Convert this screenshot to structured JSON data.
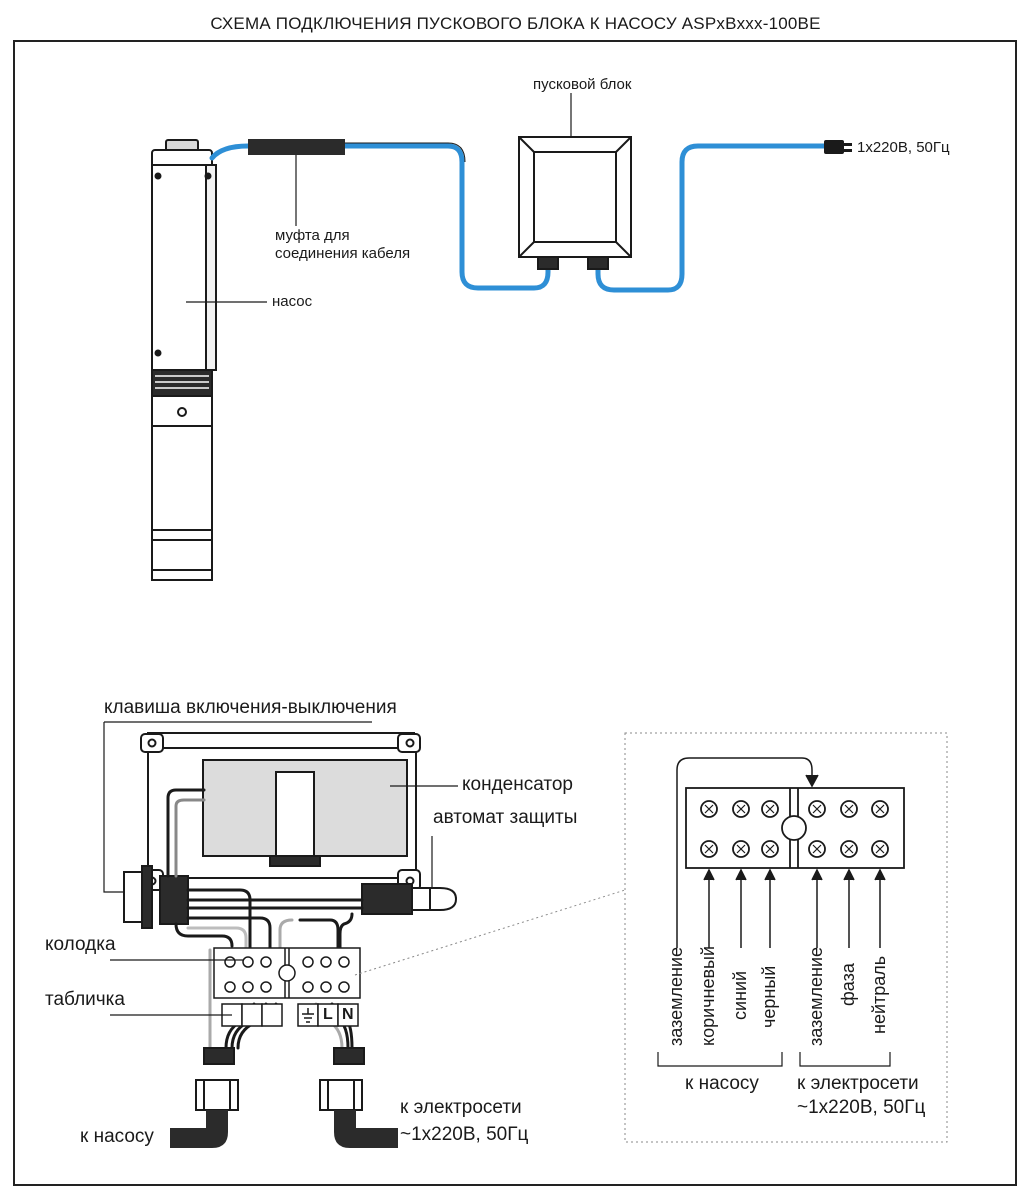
{
  "title": "СХЕМА ПОДКЛЮЧЕНИЯ ПУСКОВОГО БЛОКА К НАСОСУ ASPxBxxx-100BE",
  "top_scheme": {
    "start_block_label": "пусковой блок",
    "power_plug_label": "1х220В, 50Гц",
    "coupling_label_line1": "муфта для",
    "coupling_label_line2": "соединения кабеля",
    "pump_label": "насос"
  },
  "inner_scheme": {
    "switch_key_label": "клавиша включения-выключения",
    "capacitor_label": "конденсатор",
    "breaker_label": "автомат защиты",
    "terminal_block_label": "колодка",
    "plate_label": "табличка",
    "to_pump_label": "к насосу",
    "to_mains_line1": "к электросети",
    "to_mains_line2": "~1х220В, 50Гц",
    "terminal_marks": [
      "L",
      "N"
    ]
  },
  "detail": {
    "wires_pump": [
      "заземление",
      "коричневый",
      "синий",
      "черный"
    ],
    "wires_mains": [
      "заземление",
      "фаза",
      "нейтраль"
    ],
    "to_pump_label": "к насосу",
    "to_mains_line1": "к электросети",
    "to_mains_line2": "~1х220В, 50Гц"
  },
  "colors": {
    "cable": "#2e8fd6",
    "ink": "#1a1a1a",
    "dark_part": "#2b2b2b"
  }
}
